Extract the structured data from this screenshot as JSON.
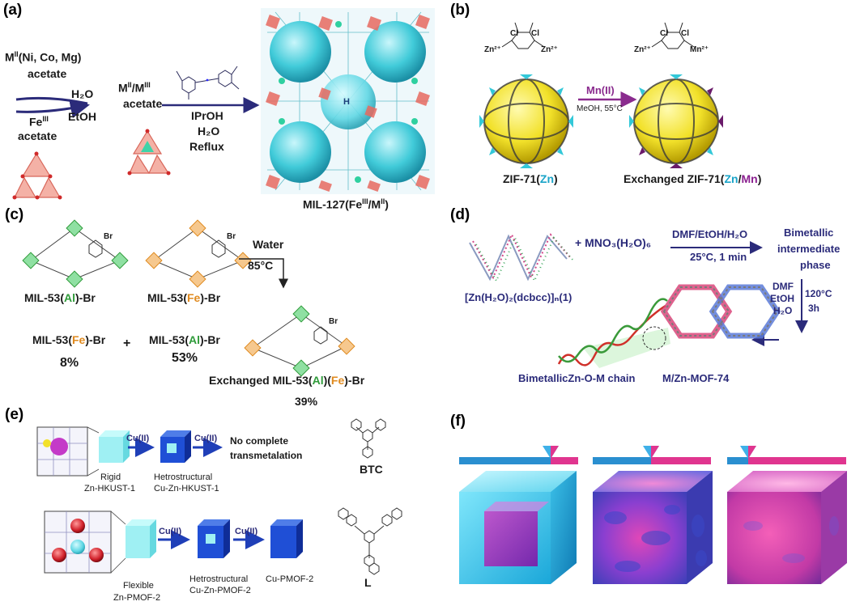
{
  "panels": {
    "a": {
      "letter": "(a)",
      "reagent1": "M",
      "reagent1_sup": "II",
      "reagent1_rest": "(Ni, Co, Mg)",
      "reagent1_line2": "acetate",
      "reagent2": "Fe",
      "reagent2_sup": "III",
      "reagent2_line2": "acetate",
      "solvent1": "H₂O",
      "solvent2": "EtOH",
      "mixed1": "M",
      "mixed1_sup1": "II",
      "mixed1_mid": "/M",
      "mixed1_sup2": "III",
      "mixed1_line2": "acetate",
      "cond1": "IPrOH",
      "cond2": "H₂O",
      "cond3": "Reflux",
      "product": "MIL-127(Fe",
      "product_sup1": "III",
      "product_mid": "/M",
      "product_sup2": "II",
      "product_end": ")"
    },
    "b": {
      "letter": "(b)",
      "reagent": "Mn(II)",
      "condition": "MeOH, 55°C",
      "left_label_pre": "ZIF-71(",
      "left_label_metal": "Zn",
      "left_label_post": ")",
      "right_label_pre": "Exchanged ZIF-71(",
      "right_label_m1": "Zn",
      "right_label_sep": "/",
      "right_label_m2": "Mn",
      "right_label_post": ")",
      "ligand_cl": "Cl",
      "ligand_zn": "Zn²⁺",
      "ligand_mn": "Mn²⁺"
    },
    "c": {
      "letter": "(c)",
      "cond1": "Water",
      "cond2": "85°C",
      "br": "Br",
      "mof1_pre": "MIL-53(",
      "mof1_metal": "Al",
      "mof1_post": ")-Br",
      "mof2_pre": "MIL-53(",
      "mof2_metal": "Fe",
      "mof2_post": ")-Br",
      "res1_pre": "MIL-53(",
      "res1_metal": "Fe",
      "res1_post": ")-Br",
      "res1_pct": "8%",
      "plus": "+",
      "res2_pre": "MIL-53(",
      "res2_metal": "Al",
      "res2_post": ")-Br",
      "res2_pct": "53%",
      "exch_pre": "Exchanged MIL-53(",
      "exch_m1": "Al",
      "exch_mid": ")(",
      "exch_m2": "Fe",
      "exch_post": ")-Br",
      "exch_pct": "39%"
    },
    "d": {
      "letter": "(d)",
      "reagent": "+ MNO₃(H₂O)₆",
      "cond_top": "DMF/EtOH/H₂O",
      "cond_bottom": "25°C, 1 min",
      "intermediate1": "Bimetallic",
      "intermediate2": "intermediate",
      "intermediate3": "phase",
      "cond2_1": "DMF",
      "cond2_2": "EtOH",
      "cond2_3": "H₂O",
      "cond2_t": "120°C",
      "cond2_h": "3h",
      "start_label": "[Zn(H₂O)₂(dcbcc)]ₙ(1)",
      "chain_label": "BimetallicZn-O-M chain",
      "product_label": "M/Zn-MOF-74"
    },
    "e": {
      "letter": "(e)",
      "step_cu": "Cu(II)",
      "note1": "No complete",
      "note2": "transmetalation",
      "rigid1": "Rigid",
      "rigid2": "Zn-HKUST-1",
      "hetero1a": "Hetrostructural",
      "hetero1b": "Cu-Zn-HKUST-1",
      "btc": "BTC",
      "flex1": "Flexible",
      "flex2": "Zn-PMOF-2",
      "hetero2a": "Hetrostructural",
      "hetero2b": "Cu-Zn-PMOF-2",
      "cupmof": "Cu-PMOF-2",
      "l": "L"
    },
    "f": {
      "letter": "(f)"
    }
  },
  "colors": {
    "navy": "#2b2b7a",
    "cyan": "#3fd3e0",
    "magenta": "#e0358f",
    "blue": "#1f4fd6",
    "green": "#2f9b3a",
    "orange": "#e08a1e"
  }
}
